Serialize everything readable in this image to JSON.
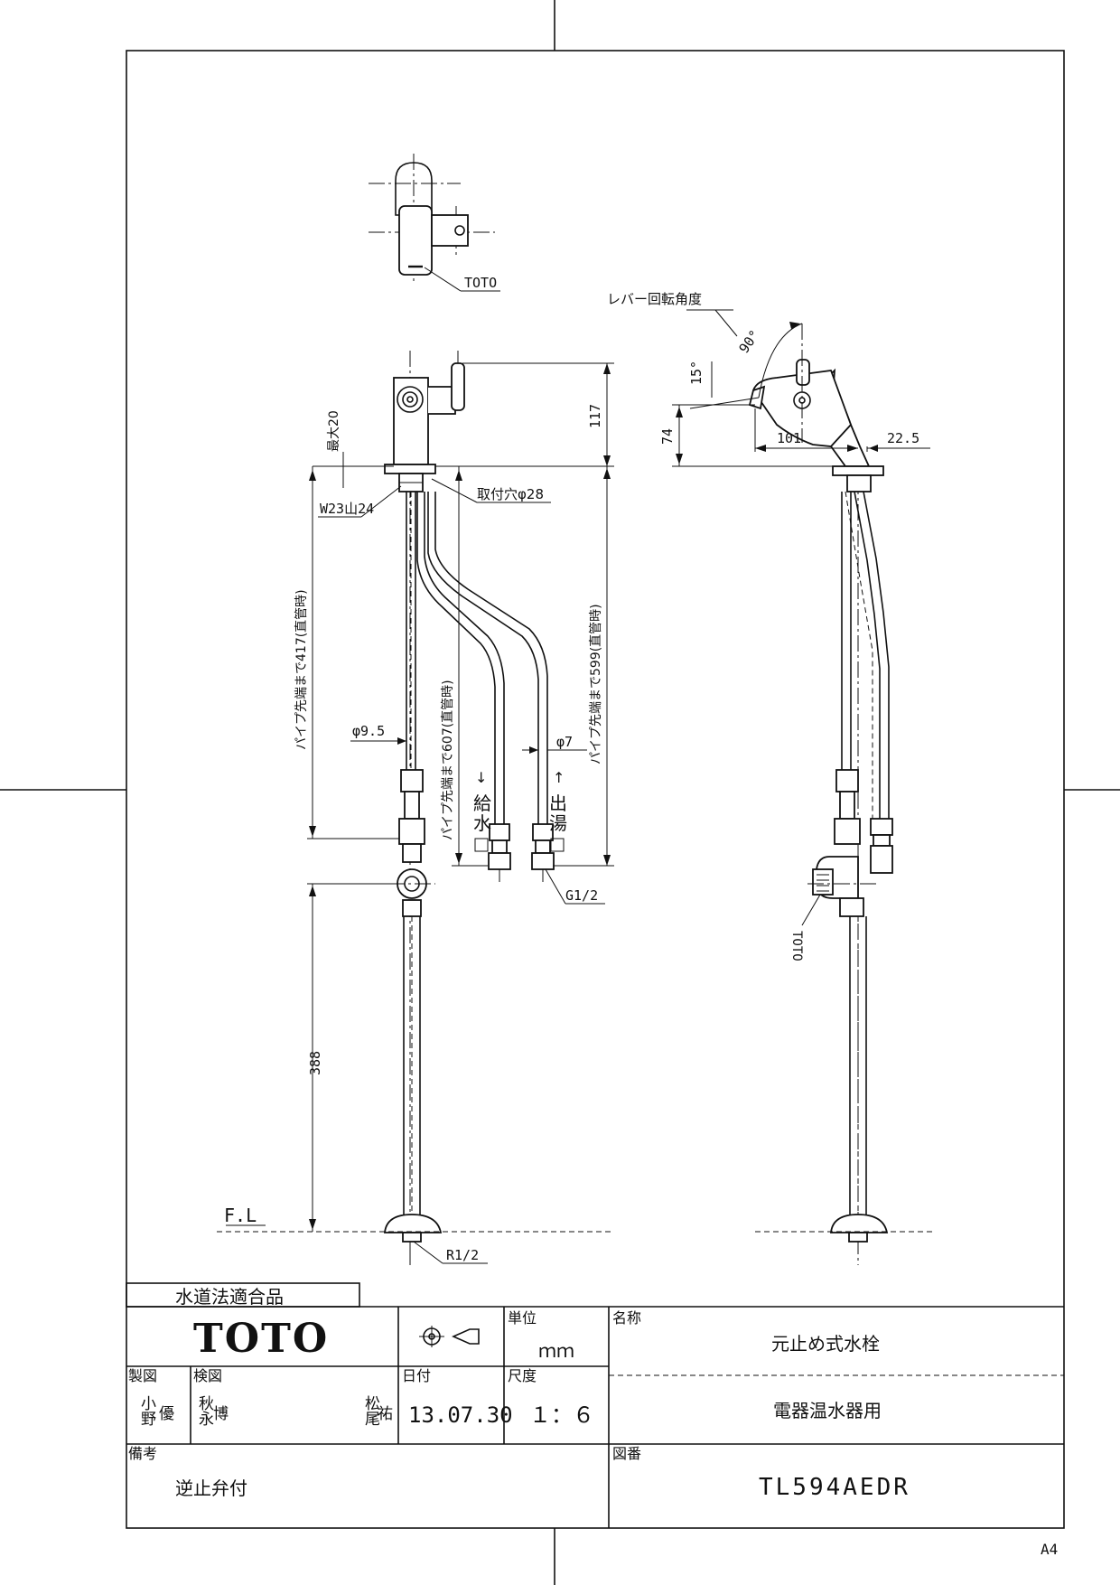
{
  "title_block": {
    "compliance": "水道法適合品",
    "brand": "TOTO",
    "unit_label": "単位",
    "unit_value": "ｍｍ",
    "name_label": "名称",
    "name_value": "元止め式水栓",
    "sub_name": "電器温水器用",
    "drafted_label": "製図",
    "drafted_by_1": "小野",
    "drafted_by_2": "優",
    "checked_label": "検図",
    "checked_by_1": "秋永",
    "checked_by_2": "博",
    "approved_by_1": "松尾",
    "approved_by_2": "祐",
    "date_label": "日付",
    "date_value": "13.07.30",
    "scale_label": "尺度",
    "scale_value": "１：６",
    "remarks_label": "備考",
    "remarks_value": "逆止弁付",
    "drawing_no_label": "図番",
    "drawing_no_value": "TL594AEDR"
  },
  "sheet_size": "A4",
  "annotations": {
    "toto_top": "TOTO",
    "toto_side": "TOTO",
    "lever_angle": "レバー回転角度",
    "angle_90": "90°",
    "angle_15": "15°",
    "dim_117": "117",
    "dim_74": "74",
    "dim_101": "101",
    "dim_22_5": "22.5",
    "max_20": "最大20",
    "w23": "W23山24",
    "mount_hole": "取付穴φ28",
    "pipe_417": "パイプ先端まで417(直管時)",
    "pipe_607": "パイプ先端まで607(直管時)",
    "pipe_599": "パイプ先端まで599(直管時)",
    "phi_9_5": "φ9.5",
    "phi_7": "φ7",
    "supply_arrow": "↓",
    "supply_1": "給",
    "supply_2": "水",
    "outlet_arrow": "↑",
    "outlet_1": "出",
    "outlet_2": "湯",
    "g1_2": "G1/2",
    "dim_388": "388",
    "fl": "F.L",
    "r1_2": "R1/2"
  }
}
